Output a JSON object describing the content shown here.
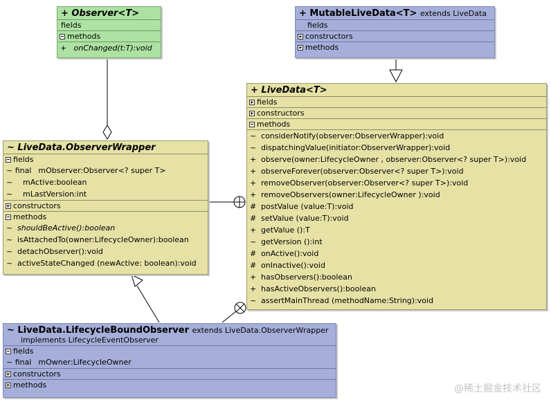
{
  "observer": {
    "title": "+  Observer<T>",
    "fields_label": "fields",
    "methods_label": "methods",
    "methods": [
      {
        "vis": "+",
        "sig": "onChanged(t:T):void"
      }
    ]
  },
  "mutable": {
    "title": "+ MutableLiveData<T>",
    "extends": "extends LiveData",
    "fields_label": "fields",
    "constructors_label": "constructors",
    "methods_label": "methods"
  },
  "livedata": {
    "title": "+  LiveData<T>",
    "fields_label": "fields",
    "constructors_label": "constructors",
    "methods_label": "methods",
    "methods": [
      {
        "vis": "~",
        "sig": "considerNotify(observer:ObserverWrapper):void"
      },
      {
        "vis": "~",
        "sig": "dispatchingValue(initiator:ObserverWrapper):void"
      },
      {
        "vis": "+",
        "sig": "observe(owner:LifecycleOwner , observer:Observer<? super T>):void"
      },
      {
        "vis": "+",
        "sig": "observeForever(observer:Observer<? super T>):void"
      },
      {
        "vis": "+",
        "sig": "removeObserver(observer:Observer<? super T>):void"
      },
      {
        "vis": "+",
        "sig": "removeObservers(owner:LifecycleOwner ):void"
      },
      {
        "vis": "#",
        "sig": "postValue (value:T):void"
      },
      {
        "vis": "#",
        "sig": "setValue (value:T):void"
      },
      {
        "vis": "+",
        "sig": "getValue ():T"
      },
      {
        "vis": "~",
        "sig": "getVersion ():int"
      },
      {
        "vis": "#",
        "sig": "onActive():void"
      },
      {
        "vis": "#",
        "sig": "onInactive():void"
      },
      {
        "vis": "+",
        "sig": "hasObservers():boolean"
      },
      {
        "vis": "+",
        "sig": "hasActiveObservers():boolean"
      },
      {
        "vis": "~",
        "sig": "assertMainThread (methodName:String):void"
      }
    ]
  },
  "wrapper": {
    "title": "~  LiveData.ObserverWrapper",
    "fields_label": "fields",
    "fields": [
      {
        "vis": "~ final",
        "sig": "mObserver:Observer<? super T>"
      },
      {
        "vis": "~",
        "sig": "mActive:boolean"
      },
      {
        "vis": "~",
        "sig": "mLastVersion:int"
      }
    ],
    "constructors_label": "constructors",
    "methods_label": "methods",
    "methods": [
      {
        "vis": "~",
        "sig": "shouldBeActive():boolean",
        "italic": true
      },
      {
        "vis": "~",
        "sig": "isAttachedTo(owner:LifecycleOwner):boolean"
      },
      {
        "vis": "~",
        "sig": "detachObserver():void"
      },
      {
        "vis": "~",
        "sig": "activeStateChanged (newActive: boolean):void"
      }
    ]
  },
  "bound": {
    "title": "~ LiveData.LifecycleBoundObserver",
    "extends": "extends LiveData.ObserverWrapper",
    "implements": "implements  LifecycleEventObserver",
    "fields_label": "fields",
    "fields": [
      {
        "vis": "~ final",
        "sig": "mOwner:LifecycleOwner"
      }
    ],
    "constructors_label": "constructors",
    "methods_label": "methods"
  },
  "watermark": "@稀土掘金技术社区"
}
